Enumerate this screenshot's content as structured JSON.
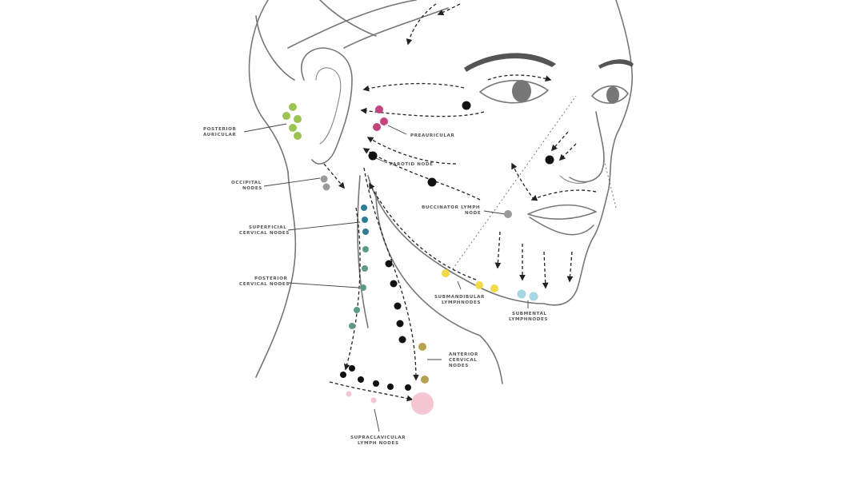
{
  "colors": {
    "posterior_auricular": "#9bc452",
    "preauricular": "#c2457e",
    "occipital": "#9a9a9a",
    "superficial_cervical": "#2e7d93",
    "posterior_cervical": "#5a9a8a",
    "buccinator": "#9a9a9a",
    "submandibular": "#f2da4a",
    "submental": "#a9d6e4",
    "anterior_cervical": "#b5a24e",
    "supraclavicular": "#f3c6d2",
    "black_nodes": "#111111"
  },
  "labels": {
    "posterior_auricular": [
      "POSTERIOR",
      "AURICULAR"
    ],
    "preauricular": [
      "PREAURICULAR"
    ],
    "parotid": [
      "PAROTID NODE"
    ],
    "occipital": [
      "OCCIPITAL",
      "NODES"
    ],
    "buccinator": [
      "BUCCINATOR LYMPH",
      "NODE"
    ],
    "superficial_cervical": [
      "SUPERFICIAL",
      "CERVICAL NODES"
    ],
    "posterior_cervical": [
      "POSTERIOR",
      "CERVICAL NODES"
    ],
    "submandibular": [
      "SUBMANDIBULAR",
      "LYMPHNODES"
    ],
    "submental": [
      "SUBMENTAL",
      "LYMPHNODES"
    ],
    "anterior_cervical": [
      "ANTERIOR",
      "CERVICAL",
      "NODES"
    ],
    "supraclavicular": [
      "SUPRACLAVICULAR",
      "LYMPH NODES"
    ]
  }
}
